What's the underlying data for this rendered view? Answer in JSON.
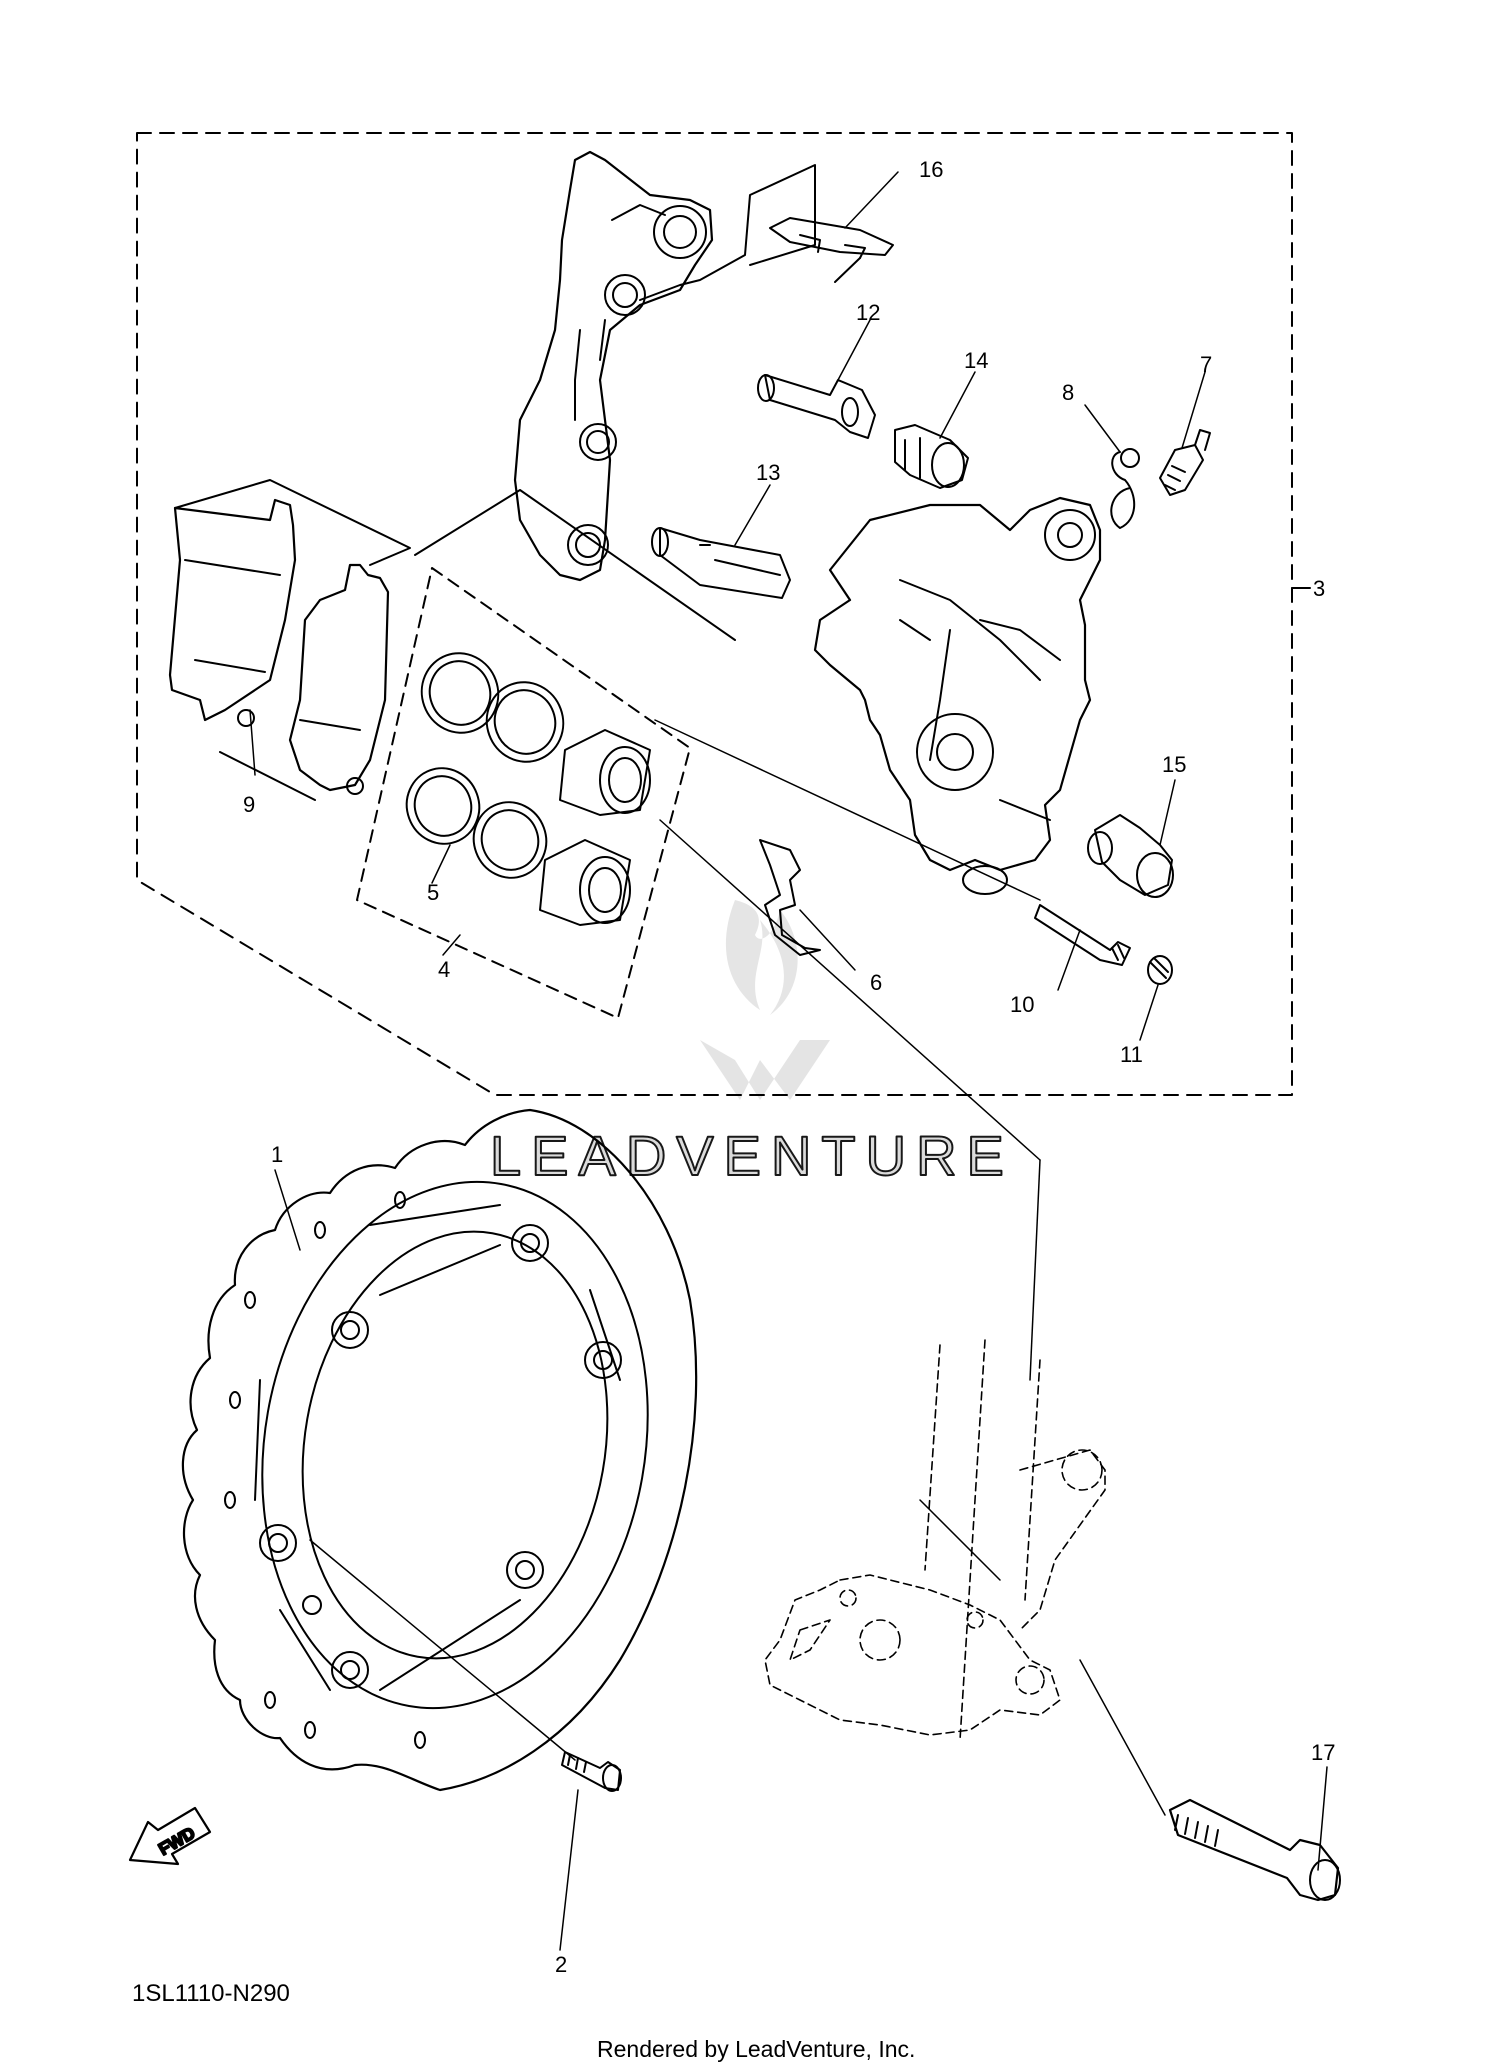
{
  "diagram_code": "1SL1110-N290",
  "rendered_by": "Rendered by LeadVenture, Inc.",
  "watermark": "LEADVENTURE",
  "fwd_label": "FWD",
  "callouts": {
    "c1": "1",
    "c2": "2",
    "c3": "3",
    "c4": "4",
    "c5": "5",
    "c6": "6",
    "c7": "7",
    "c8": "8",
    "c9": "9",
    "c10": "10",
    "c11": "11",
    "c12": "12",
    "c13": "13",
    "c14": "14",
    "c15": "15",
    "c16": "16",
    "c17": "17"
  }
}
